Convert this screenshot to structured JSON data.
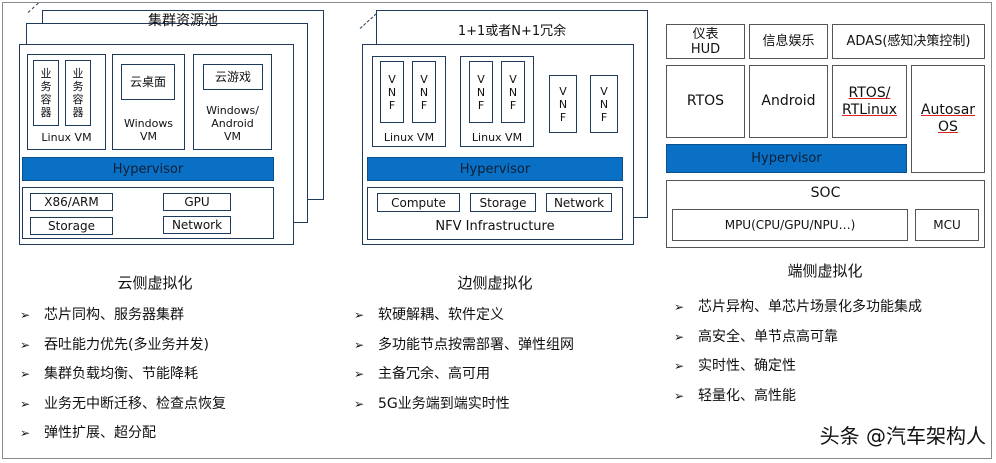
{
  "cloud": {
    "pool_title": "集群资源池",
    "container_text": "业\n务\n容\n器",
    "linux_vm": "Linux VM",
    "cloud_desktop": "云桌面",
    "windows_vm": "Windows\nVM",
    "cloud_game": "云游戏",
    "win_android_vm": "Windows/\nAndroid\nVM",
    "hypervisor": "Hypervisor",
    "hw": [
      "X86/ARM",
      "GPU",
      "Storage",
      "Network"
    ],
    "section_title": "云侧虚拟化",
    "bullets": [
      "芯片同构、服务器集群",
      "吞吐能力优先(多业务并发)",
      "集群负载均衡、节能降耗",
      "业务无中断迁移、检查点恢复",
      "弹性扩展、超分配"
    ]
  },
  "edge": {
    "pool_title": "1+1或者N+1冗余",
    "vnf_text": "V\nN\nF",
    "linux_vm": "Linux VM",
    "hypervisor": "Hypervisor",
    "hw": [
      "Compute",
      "Storage",
      "Network"
    ],
    "infra": "NFV Infrastructure",
    "section_title": "边侧虚拟化",
    "bullets": [
      "软硬解耦、软件定义",
      "多功能节点按需部署、弹性组网",
      "主备冗余、高可用",
      "5G业务端到端实时性"
    ]
  },
  "device": {
    "top_boxes": [
      "仪表\nHUD",
      "信息娱乐",
      "ADAS(感知决策控制)"
    ],
    "os_boxes": [
      "RTOS",
      "Android",
      "RTOS/\nRTLinux"
    ],
    "autosar": "Autosar\nOS",
    "hypervisor": "Hypervisor",
    "soc": "SOC",
    "mpu": "MPU(CPU/GPU/NPU…)",
    "mcu": "MCU",
    "section_title": "端侧虚拟化",
    "bullets": [
      "芯片异构、单芯片场景化多功能集成",
      "高安全、单节点高可靠",
      "实时性、确定性",
      "轻量化、高性能"
    ]
  },
  "bullet_arrow": "➢",
  "watermark": "头条 @汽车架构人"
}
